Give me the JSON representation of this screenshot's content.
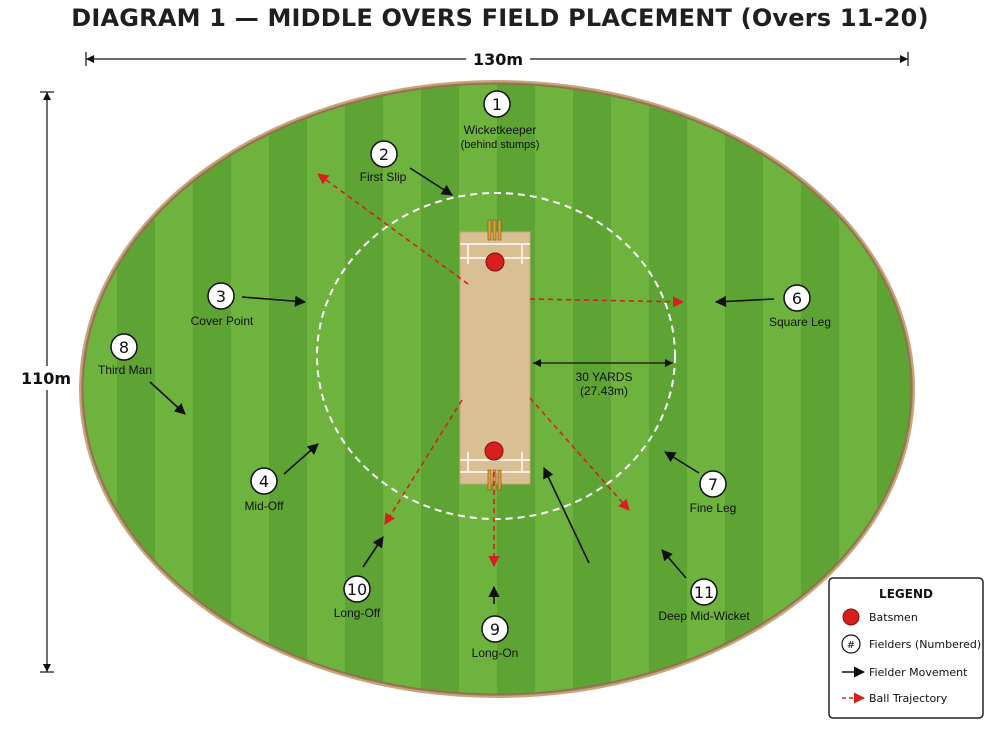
{
  "title": "DIAGRAM 1 — MIDDLE OVERS FIELD PLACEMENT (Overs 11-20)",
  "dimensions": {
    "width_label": "130m",
    "height_label": "110m"
  },
  "circle": {
    "label_line1": "30 YARDS",
    "label_line2": "(27.43m)"
  },
  "fielders": [
    {
      "number": "1",
      "name": "Wicketkeeper",
      "sub": "(behind stumps)"
    },
    {
      "number": "2",
      "name": "First Slip"
    },
    {
      "number": "3",
      "name": "Cover Point"
    },
    {
      "number": "4",
      "name": "Mid-Off"
    },
    {
      "number": "6",
      "name": "Square Leg"
    },
    {
      "number": "7",
      "name": "Fine Leg"
    },
    {
      "number": "8",
      "name": "Third Man"
    },
    {
      "number": "9",
      "name": "Long-On"
    },
    {
      "number": "10",
      "name": "Long-Off"
    },
    {
      "number": "11",
      "name": "Deep Mid-Wicket"
    }
  ],
  "legend": {
    "title": "LEGEND",
    "items": [
      {
        "symbol": "",
        "label": "Batsmen"
      },
      {
        "symbol": "#",
        "label": "Fielders (Numbered)"
      },
      {
        "symbol": "",
        "label": "Fielder Movement"
      },
      {
        "symbol": "",
        "label": "Ball Trajectory"
      }
    ]
  },
  "colors": {
    "grass_light": "#6fb33f",
    "grass_dark": "#5ea434",
    "pitch": "#d9bf93",
    "batsman": "#d71f1f",
    "trajectory": "#d71f1f",
    "boundary_rope": "#b8926a"
  }
}
